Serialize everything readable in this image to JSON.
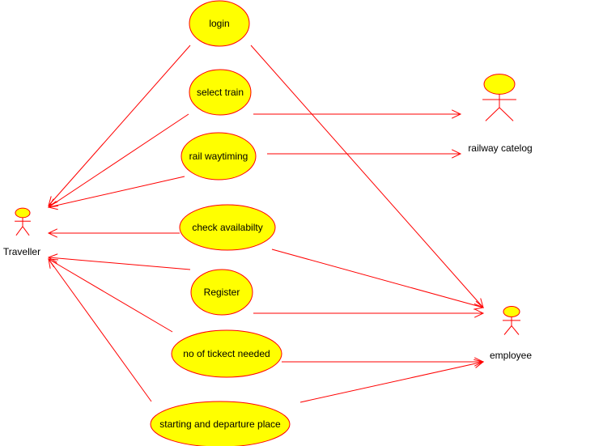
{
  "colors": {
    "stroke": "#ff0000",
    "fill": "#ffff00",
    "text": "#000000",
    "background": "#ffffff"
  },
  "actors": [
    {
      "id": "traveller",
      "label": "Traveller"
    },
    {
      "id": "railway",
      "label": "railway catelog"
    },
    {
      "id": "employee",
      "label": "employee"
    }
  ],
  "use_cases": [
    {
      "id": "login",
      "label": "login"
    },
    {
      "id": "select_train",
      "label": "select train"
    },
    {
      "id": "railway_timing",
      "label": "rail waytiming"
    },
    {
      "id": "check_availability",
      "label": "check availabilty"
    },
    {
      "id": "register",
      "label": "Register"
    },
    {
      "id": "tickets_needed",
      "label": "no of tickect needed"
    },
    {
      "id": "places",
      "label": "starting and departure place"
    }
  ],
  "associations": [
    {
      "from": "login",
      "to": "traveller"
    },
    {
      "from": "login",
      "to": "employee"
    },
    {
      "from": "select_train",
      "to": "traveller"
    },
    {
      "from": "select_train",
      "to": "railway"
    },
    {
      "from": "railway_timing",
      "to": "traveller"
    },
    {
      "from": "railway_timing",
      "to": "railway"
    },
    {
      "from": "check_availability",
      "to": "traveller"
    },
    {
      "from": "check_availability",
      "to": "employee"
    },
    {
      "from": "register",
      "to": "traveller"
    },
    {
      "from": "register",
      "to": "employee"
    },
    {
      "from": "tickets_needed",
      "to": "traveller"
    },
    {
      "from": "tickets_needed",
      "to": "employee"
    },
    {
      "from": "places",
      "to": "traveller"
    },
    {
      "from": "places",
      "to": "employee"
    }
  ]
}
